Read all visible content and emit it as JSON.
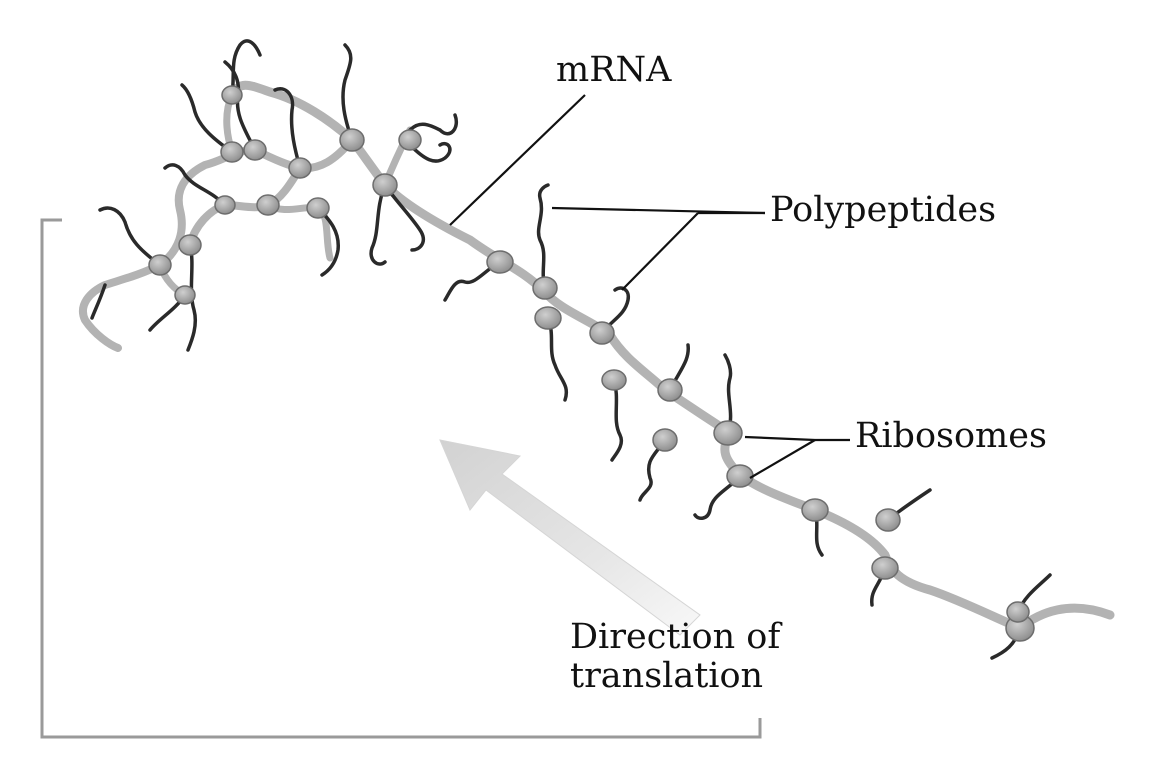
{
  "labels": {
    "mrna": "mRNA",
    "polypeptides": "Polypeptides",
    "ribosomes": "Ribosomes",
    "direction_line1": "Direction of",
    "direction_line2": "translation"
  }
}
